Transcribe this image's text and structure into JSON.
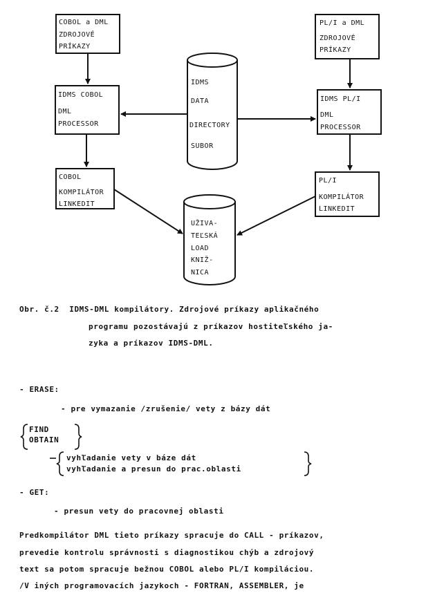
{
  "diagram": {
    "box_cobol_src": [
      "COBOL a DML",
      "ZDROJOVÉ",
      "PRÍKAZY"
    ],
    "box_pl1_src": [
      "PL/I a DML",
      "ZDROJOVÉ",
      "PRÍKAZY"
    ],
    "box_cobol_proc": [
      "IDMS COBOL",
      "DML",
      "PROCESSOR"
    ],
    "box_pl1_proc": [
      "IDMS PL/I",
      "DML",
      "PROCESSOR"
    ],
    "box_cobol_comp": [
      "COBOL",
      "KOMPILÁTOR",
      "LINKEDIT"
    ],
    "box_pl1_comp": [
      "PL/I",
      "KOMPILÁTOR",
      "LINKEDIT"
    ],
    "cyl_directory": [
      "IDMS",
      "DATA",
      "DIRECTORY",
      "SUBOR"
    ],
    "cyl_library": [
      "UŽIVA-",
      "TEĽSKÁ",
      "LOAD",
      "KNIŽ-",
      "NICA"
    ]
  },
  "caption": {
    "line1": "Obr. č.2  IDMS-DML kompilátory. Zdrojové príkazy aplikačného",
    "line2": "programu pozostávajú z príkazov hostiteľského ja-",
    "line3": "zyka a príkazov IDMS-DML."
  },
  "body": {
    "erase_label": "- ERASE:",
    "erase_desc": "- pre vymazanie /zrušenie/ vety z bázy dát",
    "find_label": "FIND",
    "obtain_label": "OBTAIN",
    "find_desc1": "vyhľadanie vety v báze dát",
    "find_desc2": "vyhľadanie a presun do prac.oblasti",
    "get_label": "- GET:",
    "get_desc": "- presun vety do pracovnej oblasti",
    "para1": "Predkompilátor DML tieto príkazy spracuje do CALL - príkazov,",
    "para2": "prevedie kontrolu správnosti s diagnostikou chýb a zdrojový",
    "para3": "text sa potom spracuje bežnou COBOL alebo PL/I kompiláciou.",
    "para4": "/V iných programovacích jazykoch - FORTRAN, ASSEMBLER, je"
  }
}
